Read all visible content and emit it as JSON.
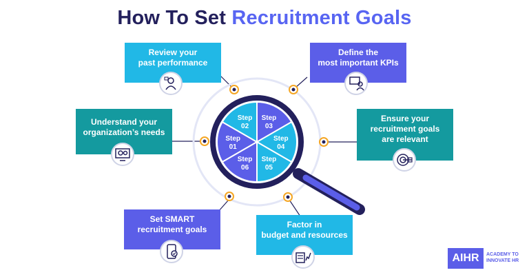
{
  "title": {
    "part1": "How To Set",
    "part2": "Recruitment Goals"
  },
  "steps": [
    {
      "label": "Step\n01"
    },
    {
      "label": "Step\n02"
    },
    {
      "label": "Step\n03"
    },
    {
      "label": "Step\n04"
    },
    {
      "label": "Step\n05"
    },
    {
      "label": "Step\n06"
    }
  ],
  "boxes": {
    "review": "Review your\npast performance",
    "define": "Define the\nmost important KPIs",
    "understand": "Understand your\norganization’s needs",
    "ensure": "Ensure your\nrecruitment goals\nare relevant",
    "smart": "Set SMART\nrecruitment goals",
    "factor": "Factor in\nbudget and resources"
  },
  "icons": {
    "review": "presenter-chart-icon",
    "define": "kpi-presenter-icon",
    "understand": "gears-monitor-icon",
    "ensure": "target-arrow-icon",
    "smart": "phone-check-icon",
    "factor": "calculator-chart-icon"
  },
  "logo": {
    "mark": "AIHR",
    "tagline": "ACADEMY TO\nINNOVATE HR"
  },
  "colors": {
    "cyan": "#21b8e6",
    "purple": "#5b5ee8",
    "teal": "#149a9f",
    "navy": "#23205c",
    "orange": "#f5a623"
  }
}
